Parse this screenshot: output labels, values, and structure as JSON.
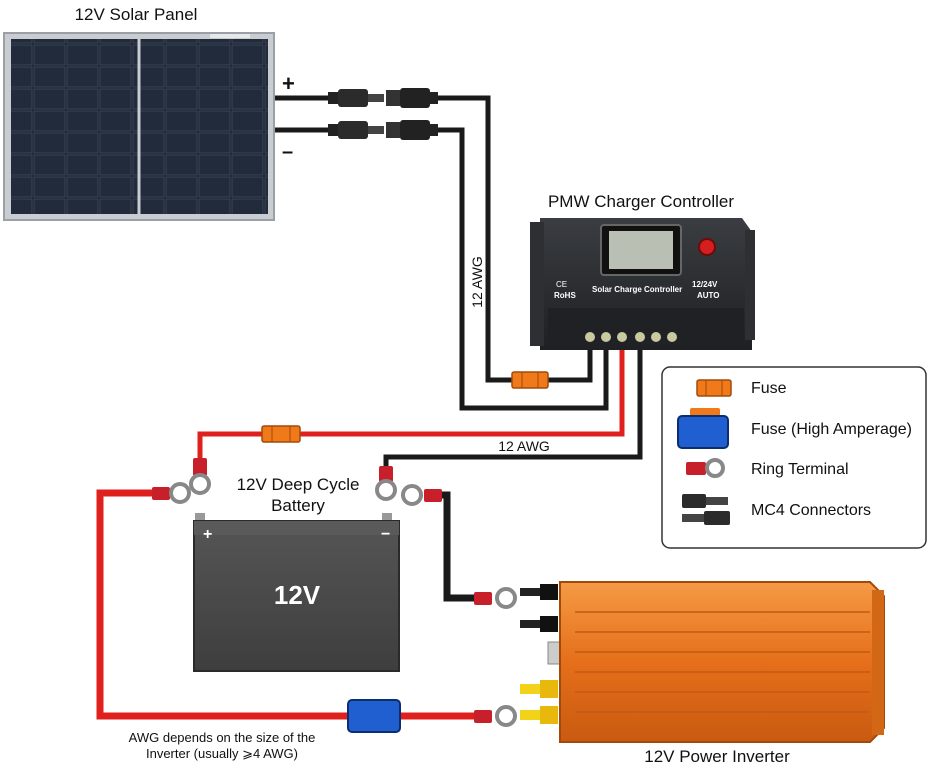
{
  "labels": {
    "solar_panel": "12V Solar Panel",
    "plus": "+",
    "minus": "–",
    "controller_title": "PMW Charger Controller",
    "wire_awg_vertical": "12 AWG",
    "wire_awg_horizontal": "12 AWG",
    "battery_title_line1": "12V Deep Cycle",
    "battery_title_line2": "Battery",
    "battery_voltage": "12V",
    "battery_plus": "+",
    "battery_minus": "−",
    "inverter": "12V Power Inverter",
    "awg_note_line1": "AWG depends on the size of the",
    "awg_note_line2": "Inverter (usually ⩾4 AWG)"
  },
  "controller_device": {
    "ce": "CE",
    "rohs": "RoHS",
    "name": "Solar Charge Controller",
    "voltage": "12/24V",
    "mode": "AUTO"
  },
  "legend": {
    "items": [
      {
        "label": "Fuse",
        "icon": "fuse-icon"
      },
      {
        "label": "Fuse (High Amperage)",
        "icon": "high-amperage-fuse-icon"
      },
      {
        "label": "Ring Terminal",
        "icon": "ring-terminal-icon"
      },
      {
        "label": "MC4 Connectors",
        "icon": "mc4-connector-icon"
      }
    ]
  },
  "colors": {
    "positive_wire": "#e0201c",
    "negative_wire": "#1a1a1a",
    "fuse": "#f07a1a",
    "high_amp_fuse": "#1f5fd0",
    "battery": "#4a4a4a",
    "inverter": "#ee7a22",
    "panel_frame": "#c9ccd0",
    "panel_cells": "#1b2230",
    "controller": "#2a2c2f"
  }
}
